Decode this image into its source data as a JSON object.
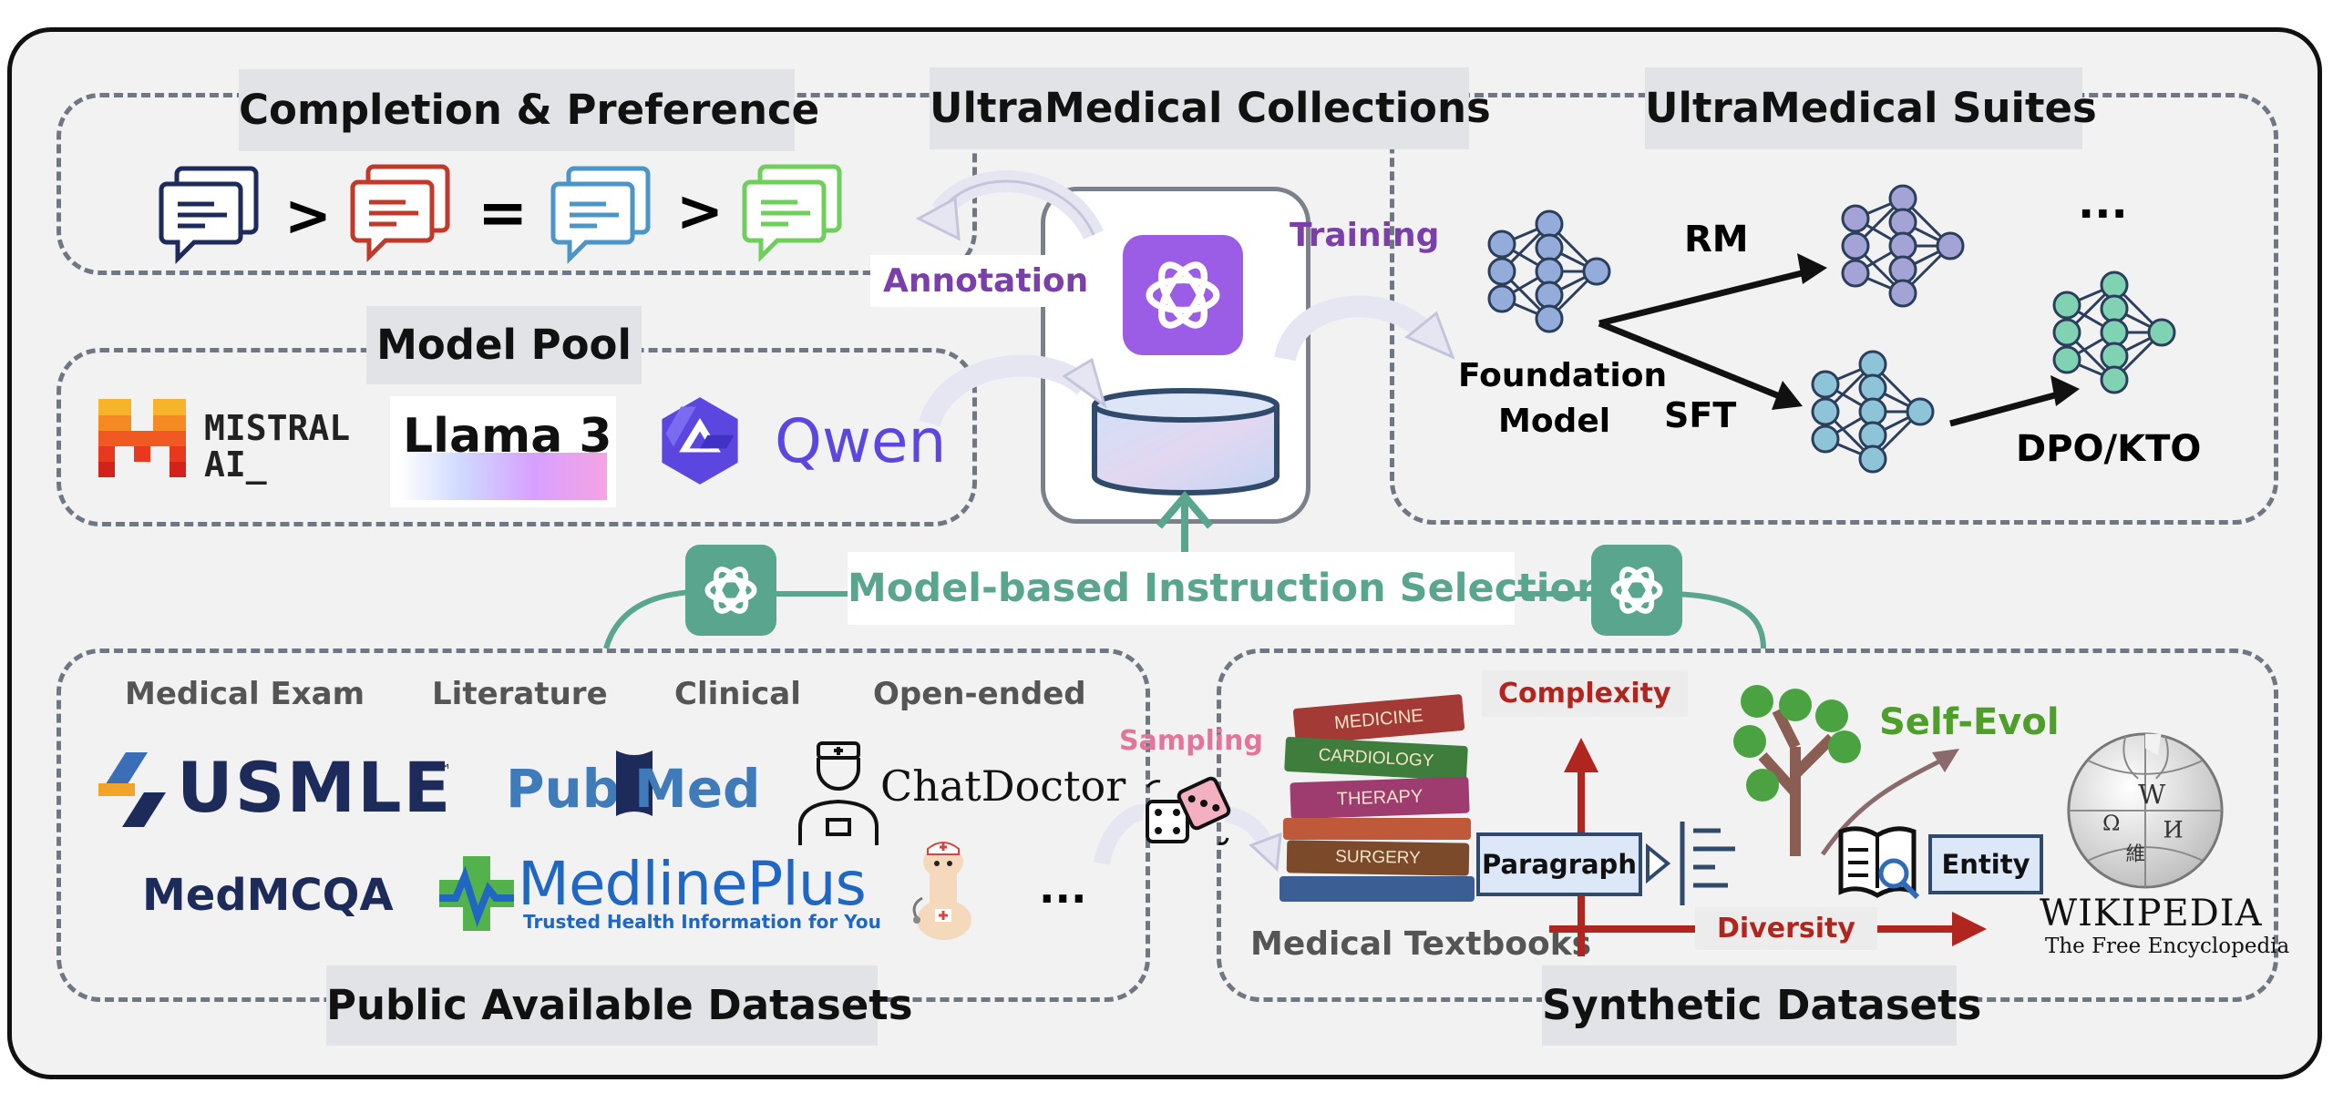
{
  "headers": {
    "completion": "Completion & Preference",
    "collections": "UltraMedical Collections",
    "suites": "UltraMedical Suites",
    "model_pool": "Model Pool",
    "public": "Public Available Datasets",
    "synthetic": "Synthetic Datasets"
  },
  "preference": {
    "op1": ">",
    "op2": "=",
    "op3": ">"
  },
  "models": {
    "mistral_line1": "MISTRAL",
    "mistral_line2": "AI_",
    "llama": "Llama 3",
    "qwen": "Qwen"
  },
  "flow": {
    "annotation": "Annotation",
    "training": "Training",
    "selection": "Model-based Instruction Selection",
    "sampling": "Sampling"
  },
  "suites": {
    "rm": "RM",
    "foundation_line1": "Foundation",
    "foundation_line2": "Model",
    "sft": "SFT",
    "dpo": "DPO/KTO",
    "ellipsis": "..."
  },
  "public": {
    "categories": [
      "Medical Exam",
      "Literature",
      "Clinical",
      "Open-ended"
    ],
    "usmle": "USMLE",
    "usmle_tm": "™",
    "pubmed_a": "Pub",
    "pubmed_b": "Med",
    "chatdoctor": "ChatDoctor",
    "medmcqa": "MedMCQA",
    "medlineplus": "MedlinePlus",
    "medlineplus_tagline": "Trusted Health Information for You",
    "ellipsis": "..."
  },
  "synthetic": {
    "complexity": "Complexity",
    "self_evol": "Self-Evol",
    "paragraph": "Paragraph",
    "entity": "Entity",
    "diversity": "Diversity",
    "textbooks": "Medical Textbooks",
    "book_spines": [
      "MEDICINE",
      "CARDIOLOGY",
      "THERAPY",
      "SURGERY"
    ],
    "wikipedia": "WIKIPEDIA",
    "wikipedia_tagline": "The Free Encyclopedia"
  },
  "colors": {
    "purple": "#7a3fa8",
    "openai_purple": "#9b5de5",
    "teal": "#5aa58e",
    "red": "#b1251f",
    "green": "#4e9e2a",
    "pink": "#e2769a",
    "usmle_blue": "#1c2b5a",
    "usmle_orange": "#f0a52a",
    "pubmed_blue": "#3f7bb8",
    "medline_blue": "#1f67c2",
    "medline_green": "#54b24c"
  }
}
